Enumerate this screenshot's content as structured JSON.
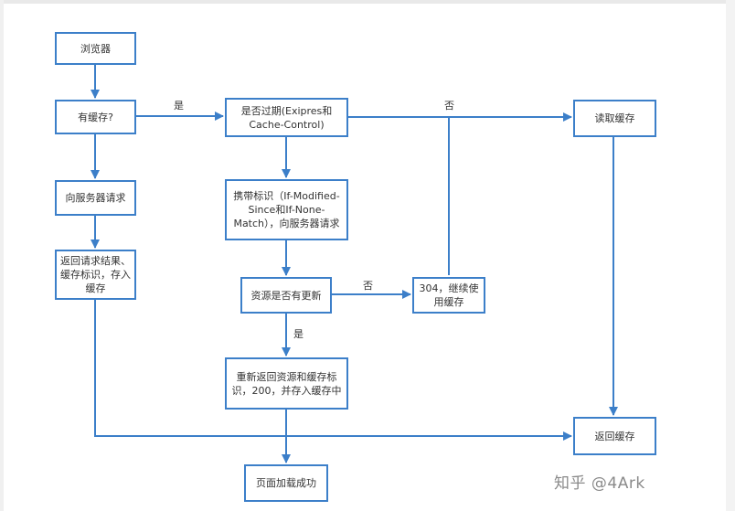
{
  "nodes": {
    "browser": "浏览器",
    "has_cache": "有缓存?",
    "expired_check": "是否过期(Exipres和Cache-Control)",
    "read_cache": "读取缓存",
    "request_server": "向服务器请求",
    "carry_identifier": "携带标识（If-Modified-Since和If-None-Match），向服务器请求",
    "return_result": "返回请求结果、缓存标识，存入缓存",
    "resource_updated": "资源是否有更新",
    "status_304": "304，继续使用缓存",
    "return_200": "重新返回资源和缓存标识，200，并存入缓存中",
    "return_cache": "返回缓存",
    "page_loaded": "页面加载成功"
  },
  "edge_labels": {
    "yes_cache": "是",
    "no_expired": "否",
    "no_update": "否",
    "yes_update": "是"
  },
  "watermark": "知乎 @4Ark",
  "colors": {
    "stroke": "#3c7fc9",
    "text": "#333333"
  }
}
